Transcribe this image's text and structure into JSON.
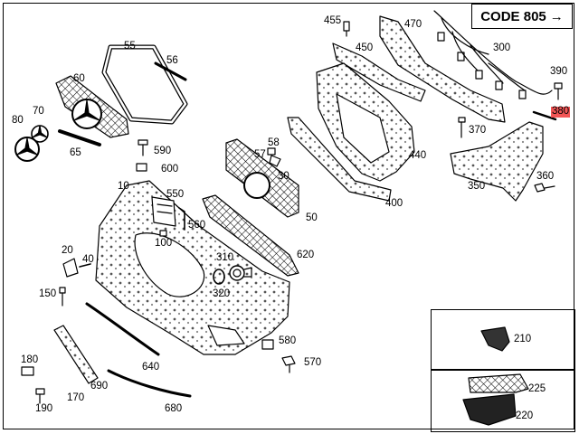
{
  "code_label": "CODE 805",
  "code_arrow": "→",
  "highlight_color": "#f25555",
  "parts": [
    {
      "id": "p455",
      "label": "455",
      "hl": false
    },
    {
      "id": "p470",
      "label": "470",
      "hl": false
    },
    {
      "id": "p450",
      "label": "450",
      "hl": false
    },
    {
      "id": "p300",
      "label": "300",
      "hl": false
    },
    {
      "id": "p390",
      "label": "390",
      "hl": false
    },
    {
      "id": "p380",
      "label": "380",
      "hl": true
    },
    {
      "id": "p55",
      "label": "55",
      "hl": false
    },
    {
      "id": "p56",
      "label": "56",
      "hl": false
    },
    {
      "id": "p60",
      "label": "60",
      "hl": false
    },
    {
      "id": "p80",
      "label": "80",
      "hl": false
    },
    {
      "id": "p70",
      "label": "70",
      "hl": false
    },
    {
      "id": "p65",
      "label": "65",
      "hl": false
    },
    {
      "id": "p590",
      "label": "590",
      "hl": false
    },
    {
      "id": "p600",
      "label": "600",
      "hl": false
    },
    {
      "id": "p58",
      "label": "58",
      "hl": false
    },
    {
      "id": "p57",
      "label": "57",
      "hl": false
    },
    {
      "id": "p30",
      "label": "30",
      "hl": false
    },
    {
      "id": "p370",
      "label": "370",
      "hl": false
    },
    {
      "id": "p440",
      "label": "440",
      "hl": false
    },
    {
      "id": "p360",
      "label": "360",
      "hl": false
    },
    {
      "id": "p350",
      "label": "350",
      "hl": false
    },
    {
      "id": "p400",
      "label": "400",
      "hl": false
    },
    {
      "id": "p10",
      "label": "10",
      "hl": false
    },
    {
      "id": "p550",
      "label": "550",
      "hl": false
    },
    {
      "id": "p560",
      "label": "560",
      "hl": false
    },
    {
      "id": "p100",
      "label": "100",
      "hl": false
    },
    {
      "id": "p50",
      "label": "50",
      "hl": false
    },
    {
      "id": "p20",
      "label": "20",
      "hl": false
    },
    {
      "id": "p40",
      "label": "40",
      "hl": false
    },
    {
      "id": "p310",
      "label": "310",
      "hl": false
    },
    {
      "id": "p620",
      "label": "620",
      "hl": false
    },
    {
      "id": "p150",
      "label": "150",
      "hl": false
    },
    {
      "id": "p320",
      "label": "320",
      "hl": false
    },
    {
      "id": "p580",
      "label": "580",
      "hl": false
    },
    {
      "id": "p570",
      "label": "570",
      "hl": false
    },
    {
      "id": "p180",
      "label": "180",
      "hl": false
    },
    {
      "id": "p640",
      "label": "640",
      "hl": false
    },
    {
      "id": "p170",
      "label": "170",
      "hl": false
    },
    {
      "id": "p690",
      "label": "690",
      "hl": false
    },
    {
      "id": "p190",
      "label": "190",
      "hl": false
    },
    {
      "id": "p680",
      "label": "680",
      "hl": false
    },
    {
      "id": "p210",
      "label": "210",
      "hl": false
    },
    {
      "id": "p225",
      "label": "225",
      "hl": false
    },
    {
      "id": "p220",
      "label": "220",
      "hl": false
    }
  ]
}
